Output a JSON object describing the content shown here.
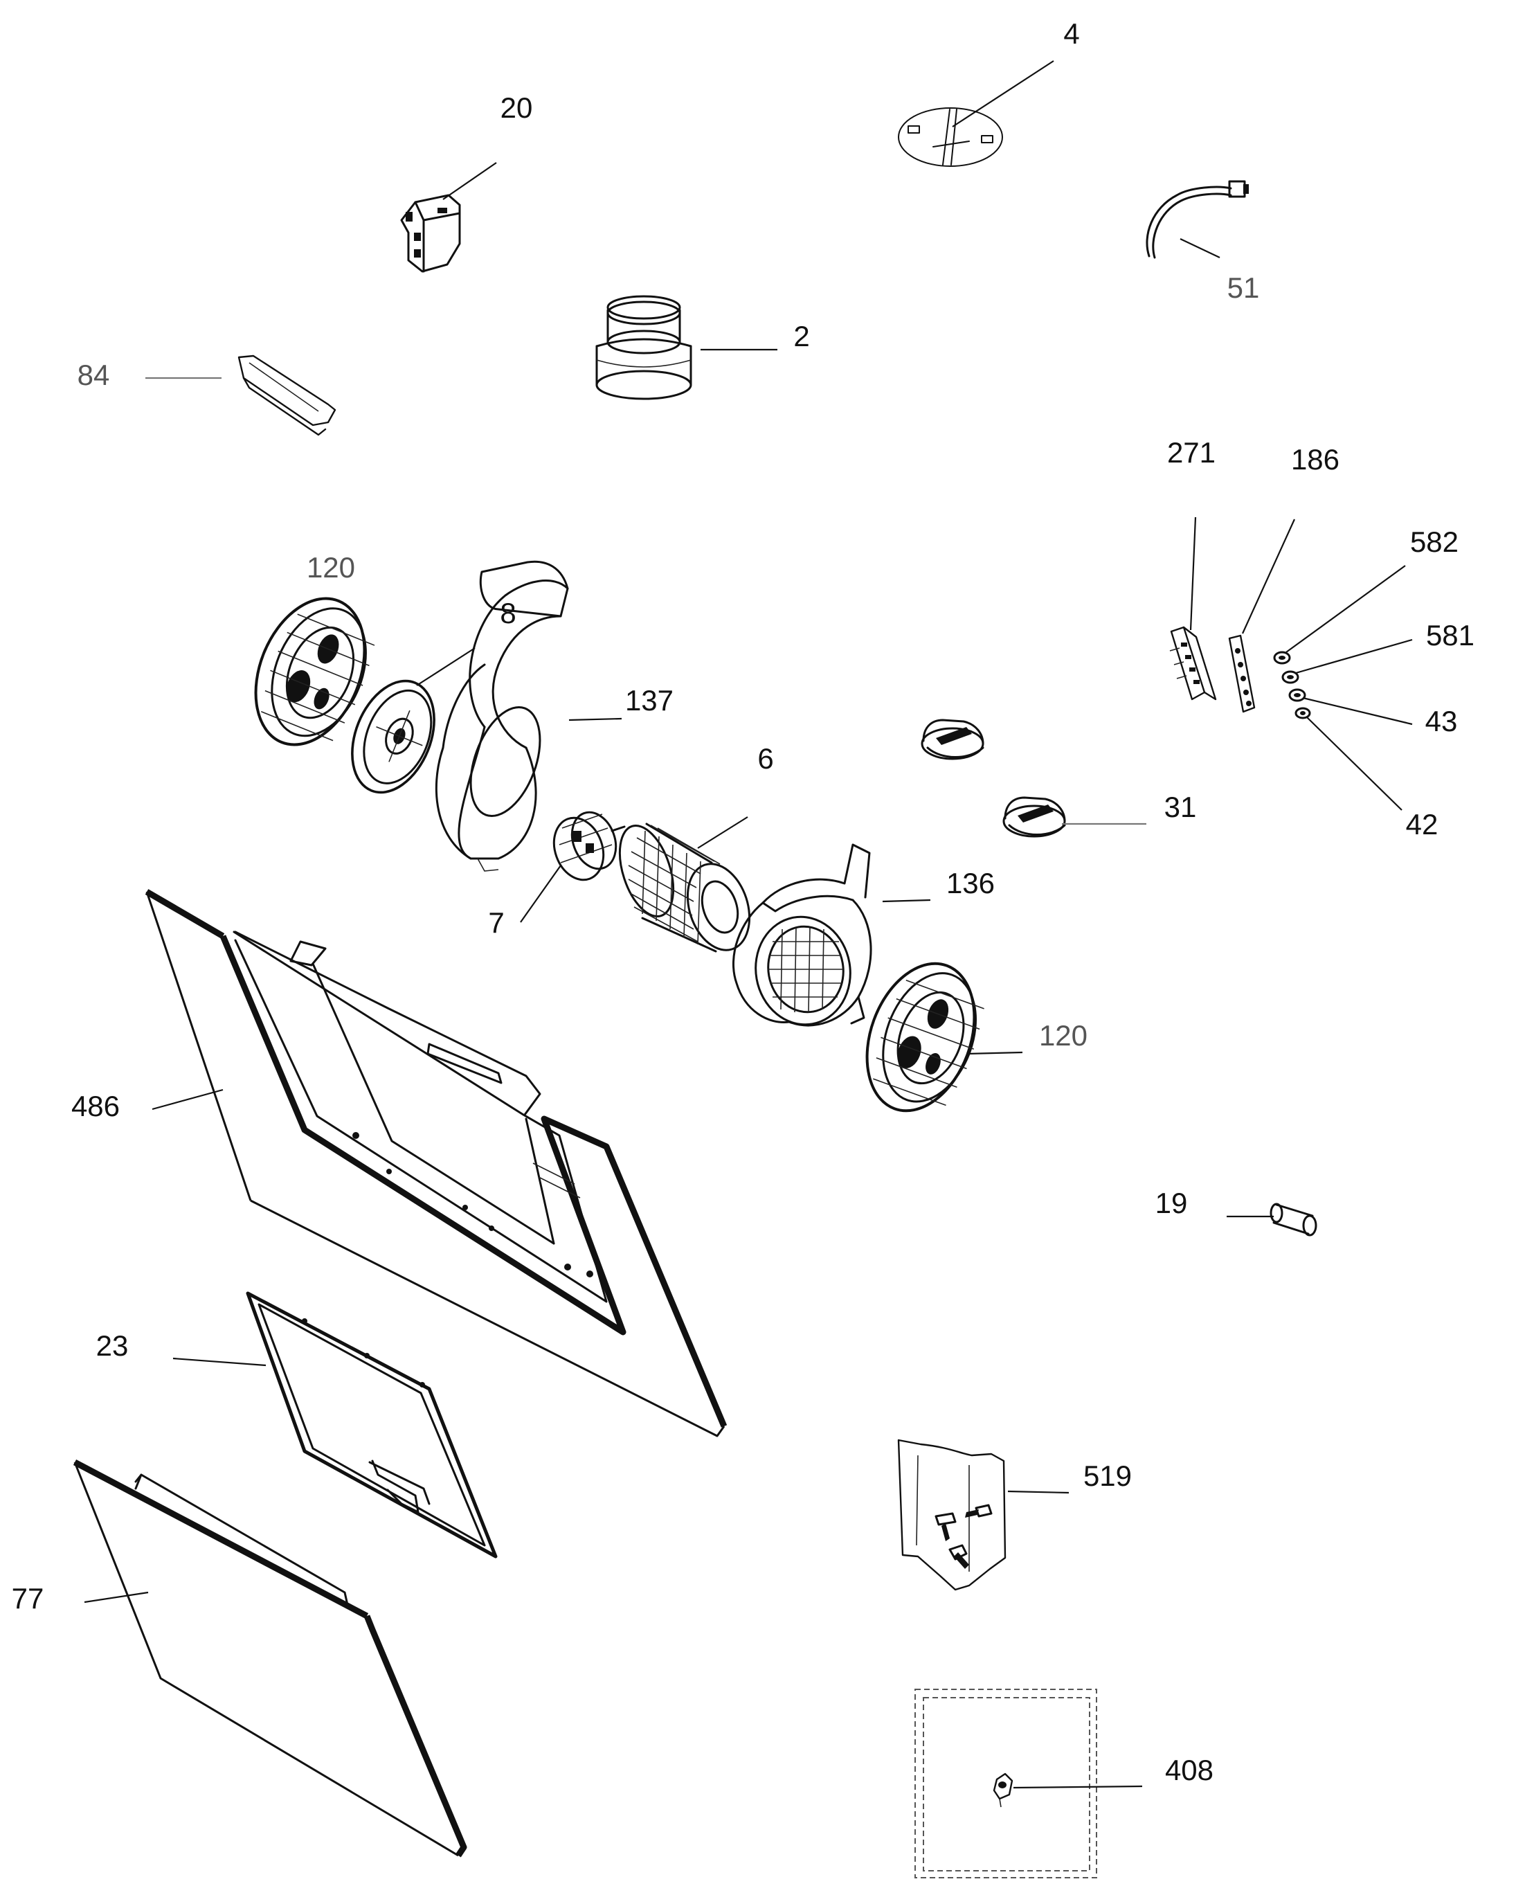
{
  "part_labels": {
    "p4": "4",
    "p20": "20",
    "p51": "51",
    "p2": "2",
    "p84": "84",
    "p271": "271",
    "p186": "186",
    "p582": "582",
    "p581": "581",
    "p43": "43",
    "p42": "42",
    "p120a": "120",
    "p8": "8",
    "p137": "137",
    "p6": "6",
    "p31": "31",
    "p7": "7",
    "p136": "136",
    "p120b": "120",
    "p486": "486",
    "p19": "19",
    "p23": "23",
    "p519": "519",
    "p77": "77",
    "p408": "408"
  }
}
